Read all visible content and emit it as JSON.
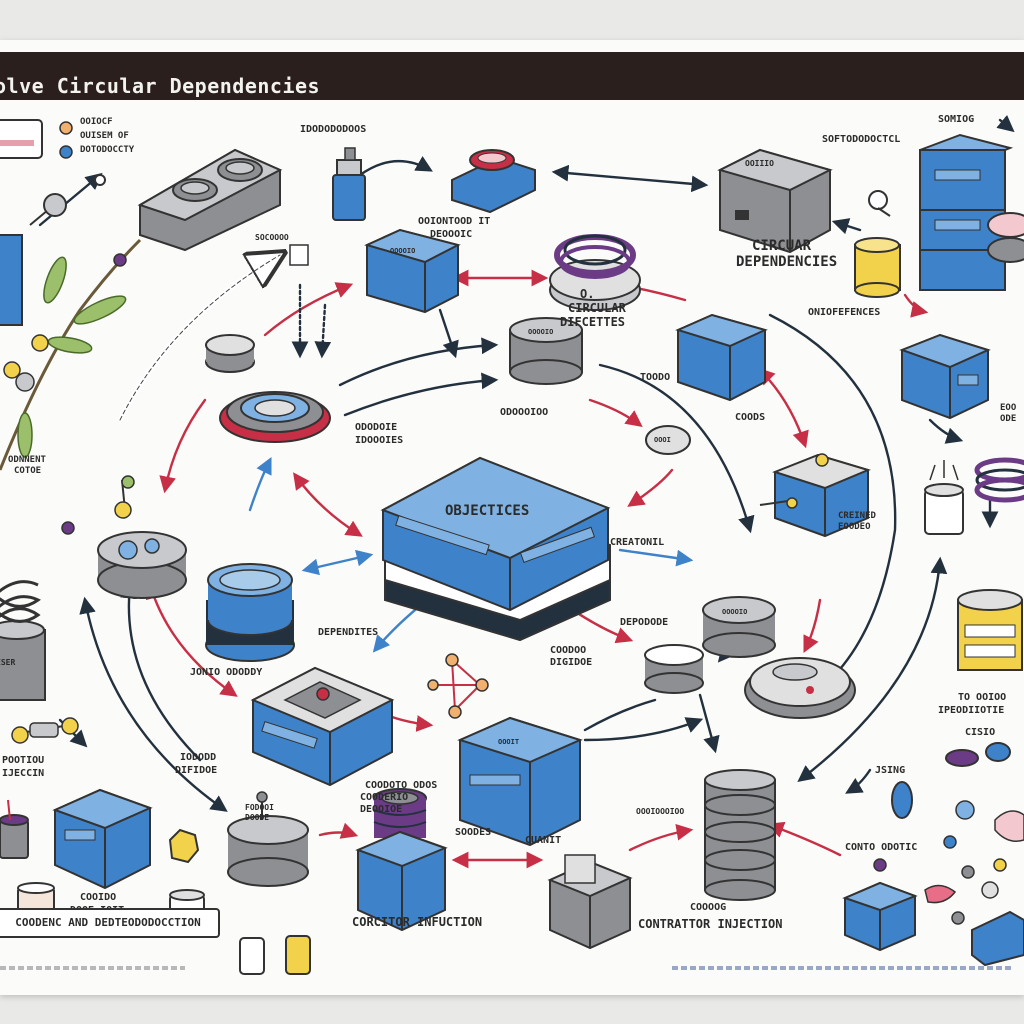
{
  "title": "olve Circular Dependencies",
  "legend": {
    "line1": "OOIOCF",
    "line2": "OUISEM OF",
    "line3": "DOTODOCCTY"
  },
  "labels": {
    "top_mid": "IDODODODOOS",
    "top_right": "SOFTODODOCTCL",
    "top_far_right": "SOMIOG",
    "orange_note": "OOIONTOOD IT\nDEOOOIC",
    "small_ident": "SOCOOOO",
    "circular_dep_top": "CIRCUAR\nDEPENDENCIES",
    "circular_dep_mid": "CIRCULAR\nDIFCETTES",
    "objectices": "OBJECTICES",
    "oriented": "ODODOIE\nIDOOOIES",
    "objecton": "ODOOOIOO",
    "dependites": "DEPENDITES",
    "coodes": "COODS",
    "creatonil": "CREATONIL",
    "depended": "DEPODODE",
    "onideferences": "ONIOFEFENCES",
    "toodo": "TOODO",
    "jonio": "JONIO ODODDY",
    "iogodd": "IODODD\nDIFIDOE",
    "cooderio": "COODERIO\nDEOOIOE",
    "sooded": "COODOTO ODOS",
    "coodoo": "COODOO\nDIGIDOE",
    "to_oooo": "TO OOIOO\nIPEODIIOTIE",
    "jsing": "JSING",
    "conto": "CONTO ODOTIC",
    "cogoog": "COOOOG",
    "contrattor": "CONTRATTOR INJECTION",
    "corcitor": "CORCITOR INFUCTION",
    "cogidd": "COOIDO\nDOOE-IOIT",
    "pootion": "POOTIOU\nIJECCIN",
    "cotnent": "CONNENT\nCOTOE",
    "bottom_banner": "COODENC AND DEDTEODODOCCTION",
    "sooces": "SOODES",
    "cuanit": "CUANIT",
    "creined": "CREINED\nEOODEO"
  },
  "colors": {
    "blue": "#3e82c9",
    "blue_light": "#7fb2e2",
    "gray": "#8d8f93",
    "gray_light": "#c7c9cc",
    "red": "#c62f45",
    "navy": "#23313f",
    "purple": "#6b3b86",
    "yellow": "#f2d24b"
  },
  "icons": [
    "cube-icon",
    "cylinder-icon",
    "disc-icon",
    "spring-coil-icon",
    "molecule-icon",
    "branch-icon",
    "jar-icon",
    "gear-icon"
  ]
}
